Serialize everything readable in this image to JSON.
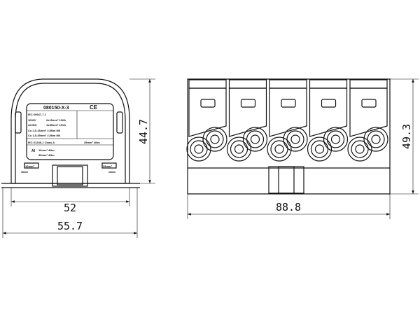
{
  "front_view": {
    "part_number": "080150-X-3",
    "ce_mark": "CE",
    "label_lines": {
      "std1": "IEC 60947-7-1",
      "voltage": "1000V",
      "acdc": "AC/DC",
      "rating1": "2x16mm²  192A",
      "rating2": "1x35mm²  191A",
      "cu1": "Cu 2,5-16mm² 2,5Nm M5",
      "cu2": "Cu 2,5-35mm² 2,5Nm M6",
      "std2": "IEC 61238-1  Class A",
      "std2_val": "35mm²  4Nm",
      "al": "Al",
      "al1": "16mm²  4Nm",
      "al2": "35mm²  4Nm"
    },
    "tag_left": "16mm²",
    "tag_right": "35mm²",
    "strip_left": "16mm",
    "strip_right": "16mm"
  },
  "dimensions": {
    "front_height": "44.7",
    "front_width_inner": "52",
    "front_width_outer": "55.7",
    "side_width": "88.8",
    "side_height": "49.3"
  }
}
